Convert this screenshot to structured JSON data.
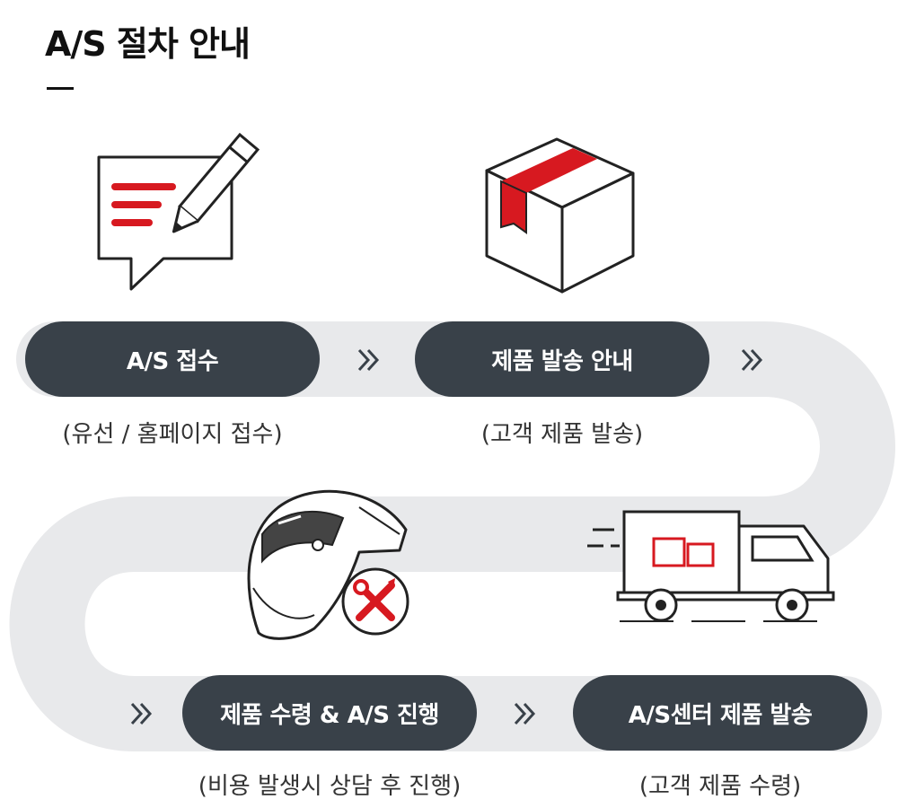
{
  "title": "A/S 절차 안내",
  "steps": [
    {
      "label": "A/S 접수",
      "desc": "(유선 / 홈페이지 접수)"
    },
    {
      "label": "제품 발송 안내",
      "desc": "(고객 제품 발송)"
    },
    {
      "label": "제품 수령 & A/S 진행",
      "desc": "(비용 발생시 상담 후 진행)"
    },
    {
      "label": "A/S센터 제품 발송",
      "desc": "(고객 제품 수령)"
    }
  ],
  "icons": [
    "document-pencil-icon",
    "box-icon",
    "helmet-repair-icon",
    "delivery-truck-icon"
  ],
  "colors": {
    "accent": "#d71920",
    "pill": "#394149",
    "path": "#e8e9eb"
  },
  "arrow_glyph": "»"
}
